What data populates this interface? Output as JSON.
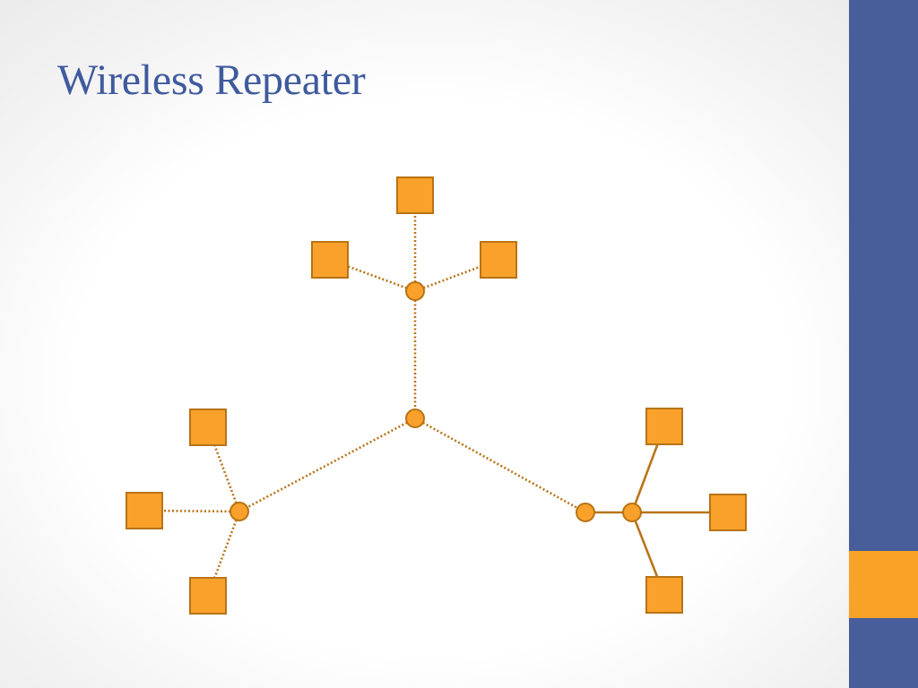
{
  "slide": {
    "title": "Wireless Repeater"
  },
  "colors": {
    "title": "#3f5a9e",
    "sidebar": "#475e9b",
    "sidebar_accent": "#f8a227",
    "node_fill": "#f9a12a",
    "node_stroke": "#b87315",
    "link": "#b8741a"
  },
  "diagram": {
    "nodes": [
      {
        "id": "top-repeater",
        "kind": "repeater"
      },
      {
        "id": "top-device-1",
        "kind": "device"
      },
      {
        "id": "top-device-2",
        "kind": "device"
      },
      {
        "id": "top-device-3",
        "kind": "device"
      },
      {
        "id": "center-repeater",
        "kind": "repeater"
      },
      {
        "id": "left-repeater",
        "kind": "repeater"
      },
      {
        "id": "left-device-1",
        "kind": "device"
      },
      {
        "id": "left-device-2",
        "kind": "device"
      },
      {
        "id": "left-device-3",
        "kind": "device"
      },
      {
        "id": "right-repeater",
        "kind": "repeater"
      },
      {
        "id": "right-hub",
        "kind": "repeater"
      },
      {
        "id": "right-device-1",
        "kind": "device"
      },
      {
        "id": "right-device-2",
        "kind": "device"
      },
      {
        "id": "right-device-3",
        "kind": "device"
      }
    ],
    "links": [
      {
        "from": "top-repeater",
        "to": "top-device-1",
        "style": "wireless"
      },
      {
        "from": "top-repeater",
        "to": "top-device-2",
        "style": "wireless"
      },
      {
        "from": "top-repeater",
        "to": "top-device-3",
        "style": "wireless"
      },
      {
        "from": "top-repeater",
        "to": "center-repeater",
        "style": "wireless"
      },
      {
        "from": "center-repeater",
        "to": "left-repeater",
        "style": "wireless"
      },
      {
        "from": "center-repeater",
        "to": "right-repeater",
        "style": "wireless"
      },
      {
        "from": "left-repeater",
        "to": "left-device-1",
        "style": "wireless"
      },
      {
        "from": "left-repeater",
        "to": "left-device-2",
        "style": "wireless"
      },
      {
        "from": "left-repeater",
        "to": "left-device-3",
        "style": "wireless"
      },
      {
        "from": "right-repeater",
        "to": "right-hub",
        "style": "wired"
      },
      {
        "from": "right-hub",
        "to": "right-device-1",
        "style": "wired"
      },
      {
        "from": "right-hub",
        "to": "right-device-2",
        "style": "wired"
      },
      {
        "from": "right-hub",
        "to": "right-device-3",
        "style": "wired"
      }
    ]
  }
}
